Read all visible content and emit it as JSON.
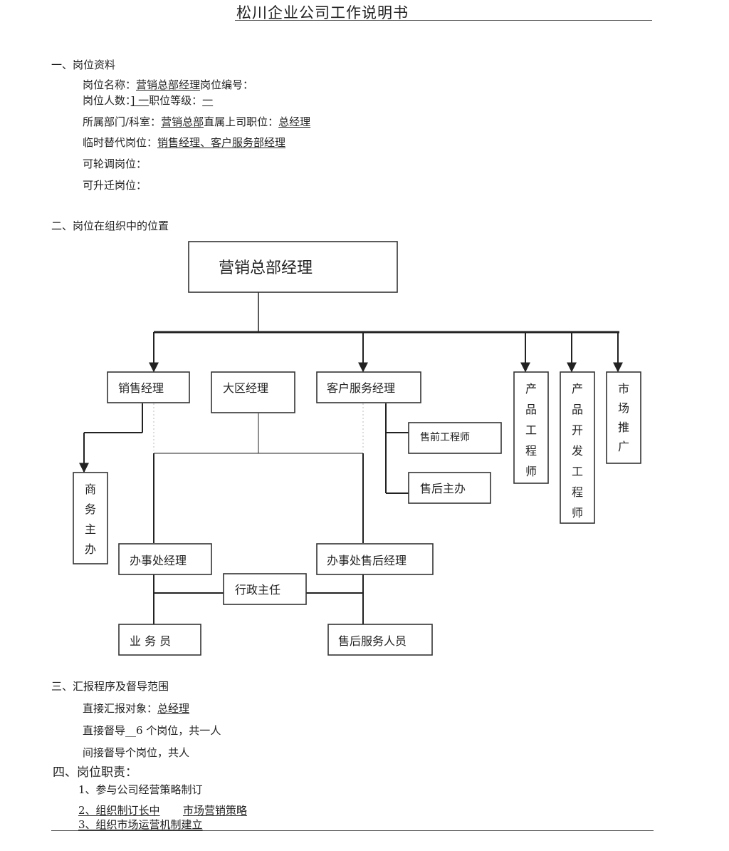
{
  "title": "松川企业公司工作说明书",
  "section1": {
    "heading": "一、岗位资料",
    "lines": [
      {
        "label": "岗位名称：",
        "value": "营销总部经理",
        "suffix": "岗位编号："
      },
      {
        "label": "岗位人数：",
        "value": "]  一",
        "suffix": "职位等级：",
        "value2": "一"
      },
      {
        "label": "所属部门/科室：",
        "value": "营销总部",
        "suffix": "直属上司职位：",
        "value2": "总经理"
      },
      {
        "label": "临时替代岗位：",
        "value": "销售经理、客户服务部经理"
      },
      {
        "label": "可轮调岗位："
      },
      {
        "label": "可升迁岗位："
      }
    ]
  },
  "section2": {
    "heading": "二、岗位在组织中的位置",
    "org": {
      "top": "营销总部经理",
      "sales_manager": "销售经理",
      "region_manager": "大区经理",
      "cs_manager": "客户服务经理",
      "product_engineer": "产品工程师",
      "product_dev_engineer": "产品开发工程师",
      "market_promotion": "市场推广",
      "business_assistant": "商务主办",
      "presales_engineer": "售前工程师",
      "aftersales_lead": "售后主办",
      "office_manager": "办事处经理",
      "office_aftersales_manager": "办事处售后经理",
      "admin_head": "行政主任",
      "salesperson": "业 务 员",
      "aftersales_staff": "售后服务人员"
    }
  },
  "section3": {
    "heading": "三、汇报程序及督导范围",
    "report_label": "直接汇报对象：",
    "report_value": "总经理",
    "direct": "直接督导__6 个岗位，共一人",
    "indirect": "间接督导个岗位，共人"
  },
  "section4": {
    "heading": "四、岗位职责：",
    "items": [
      "1、参与公司经营策略制订",
      "2、组织制订长中",
      "市场营销策略",
      "3、组织市场运营机制建立"
    ]
  }
}
